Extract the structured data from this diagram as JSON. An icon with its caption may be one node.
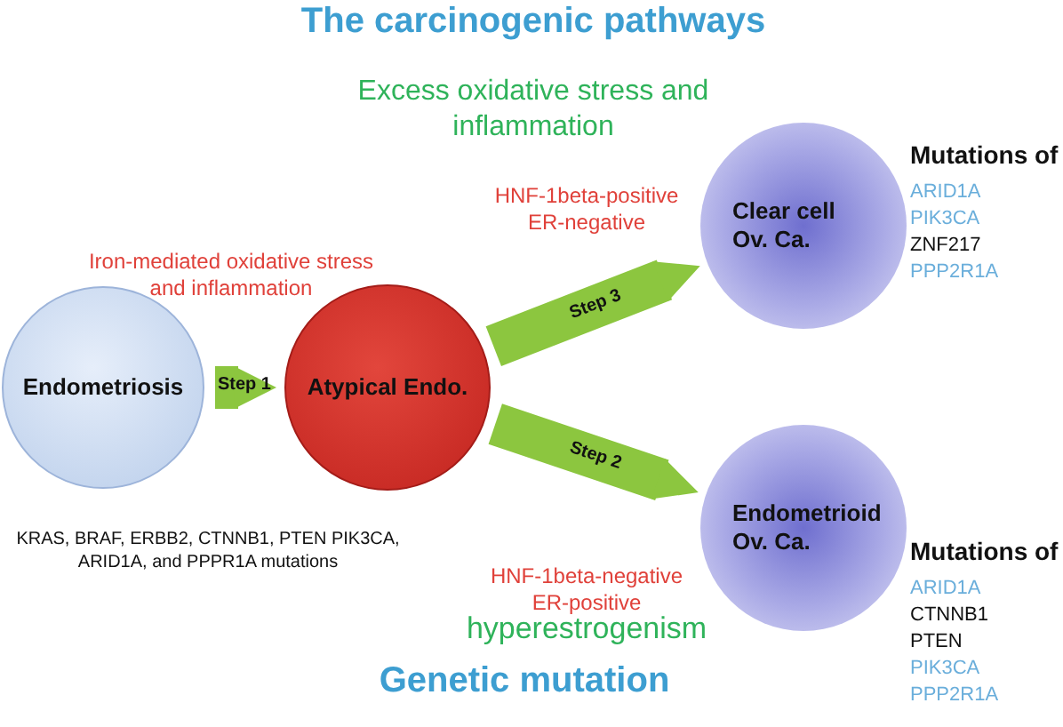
{
  "diagram": {
    "title": "The carcinogenic pathways",
    "nodes": [
      {
        "text": [
          "Endometriosis"
        ]
      },
      {
        "text": [
          "Atypical Endo."
        ]
      },
      {
        "text": [
          "Clear cell Ov. Ca."
        ],
        "beside": [
          "Mutations of",
          "ARID1A",
          "PIK3CA",
          "ZNF217",
          "PPP2R1A"
        ]
      },
      {
        "text": [
          "Endometrioid Ov. Ca."
        ],
        "beside": [
          "Mutations of",
          "ARID1A",
          "CTNNB1",
          "PTEN",
          "PIK3CA",
          "PPP2R1A"
        ]
      }
    ],
    "edges": [
      {
        "from": 0,
        "to": 1,
        "arrow": "to",
        "label": "Step 1"
      },
      {
        "from": 1,
        "to": 2,
        "arrow": "to",
        "label": "Step 3"
      },
      {
        "from": 1,
        "to": 3,
        "arrow": "to",
        "label": "Step 2"
      }
    ],
    "labels": [
      "Excess oxidative stress and inflammation",
      "HNF-1beta-positive ER-negative",
      "Iron-mediated oxidative stress and inflammation",
      "KRAS, BRAF, ERBB2, CTNNB1, PTEN PIK3CA, ARID1A, and PPPR1A mutations",
      "HNF-1beta-negative ER-positive",
      "hyperestrogenism",
      "Genetic mutation"
    ]
  }
}
